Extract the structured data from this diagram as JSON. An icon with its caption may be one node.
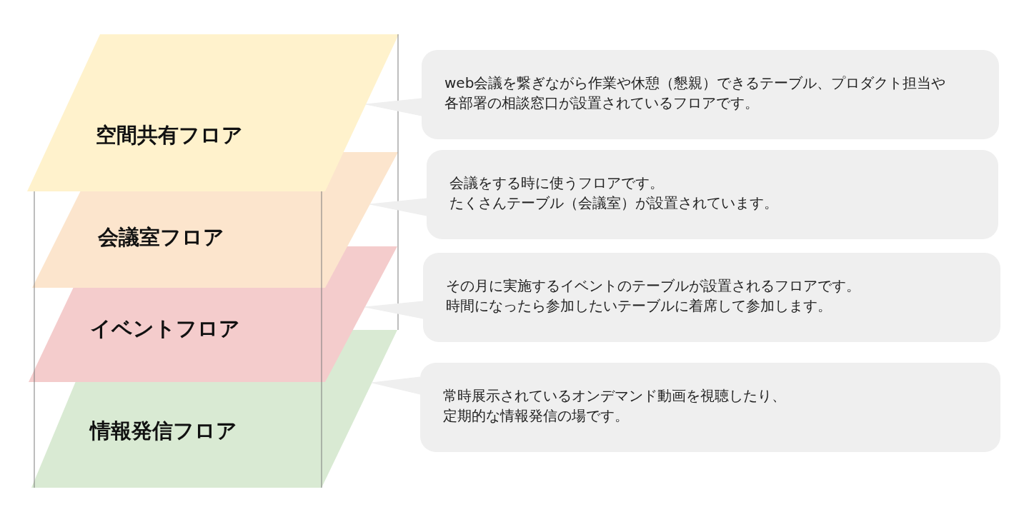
{
  "diagram": {
    "nodes": [
      {
        "text": [
          "空間共有フロア"
        ]
      },
      {
        "text": [
          "会議室フロア"
        ]
      },
      {
        "text": [
          "イベントフロア"
        ]
      },
      {
        "text": [
          "情報発信フロア"
        ]
      },
      {
        "text": [
          "web会議を繋ぎながら作業や休憩（懇親）できるテーブル、プロダクト担当や各部署の相談窓口が設置されているフロアです。"
        ]
      },
      {
        "text": [
          "会議をする時に使うフロアです。",
          "たくさんテーブル（会議室）が設置されています。"
        ]
      },
      {
        "text": [
          "その月に実施するイベントのテーブルが設置されるフロアです。",
          "時間になったら参加したいテーブルに着席して参加します。"
        ]
      },
      {
        "text": [
          "常時展示されているオンデマンド動画を視聴したり、",
          "定期的な情報発信の場です。"
        ]
      }
    ],
    "edges": [
      {
        "from": 4,
        "to": 0,
        "arrow": "none"
      },
      {
        "from": 5,
        "to": 1,
        "arrow": "none"
      },
      {
        "from": 6,
        "to": 2,
        "arrow": "none"
      },
      {
        "from": 7,
        "to": 3,
        "arrow": "none"
      }
    ]
  }
}
